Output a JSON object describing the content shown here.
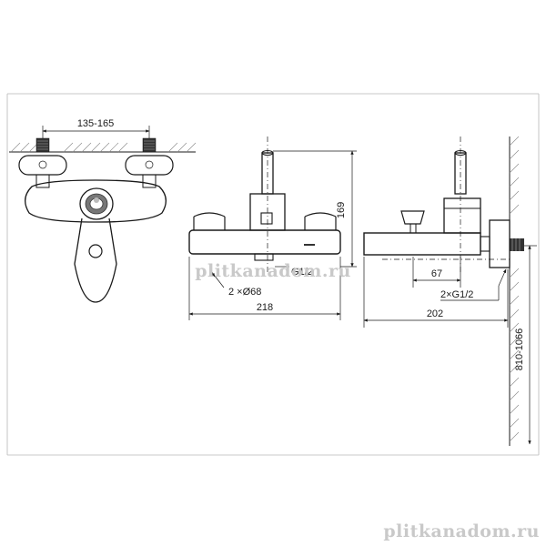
{
  "dimensions": {
    "inlet_spacing": "135-165",
    "height": "169",
    "connection_thread": "G1/2",
    "rosette_diameter": "2 ×Ø68",
    "overall_width": "218",
    "outlet_offset": "67",
    "inlet_thread": "2×G1/2",
    "depth": "202",
    "mounting_height": "810-1066"
  },
  "watermarks": {
    "middle": "plitkanadom.ru",
    "bottom": "plitkanadom.ru"
  },
  "colors": {
    "line": "#1a1a1a",
    "watermark": "#c9c9c9"
  }
}
